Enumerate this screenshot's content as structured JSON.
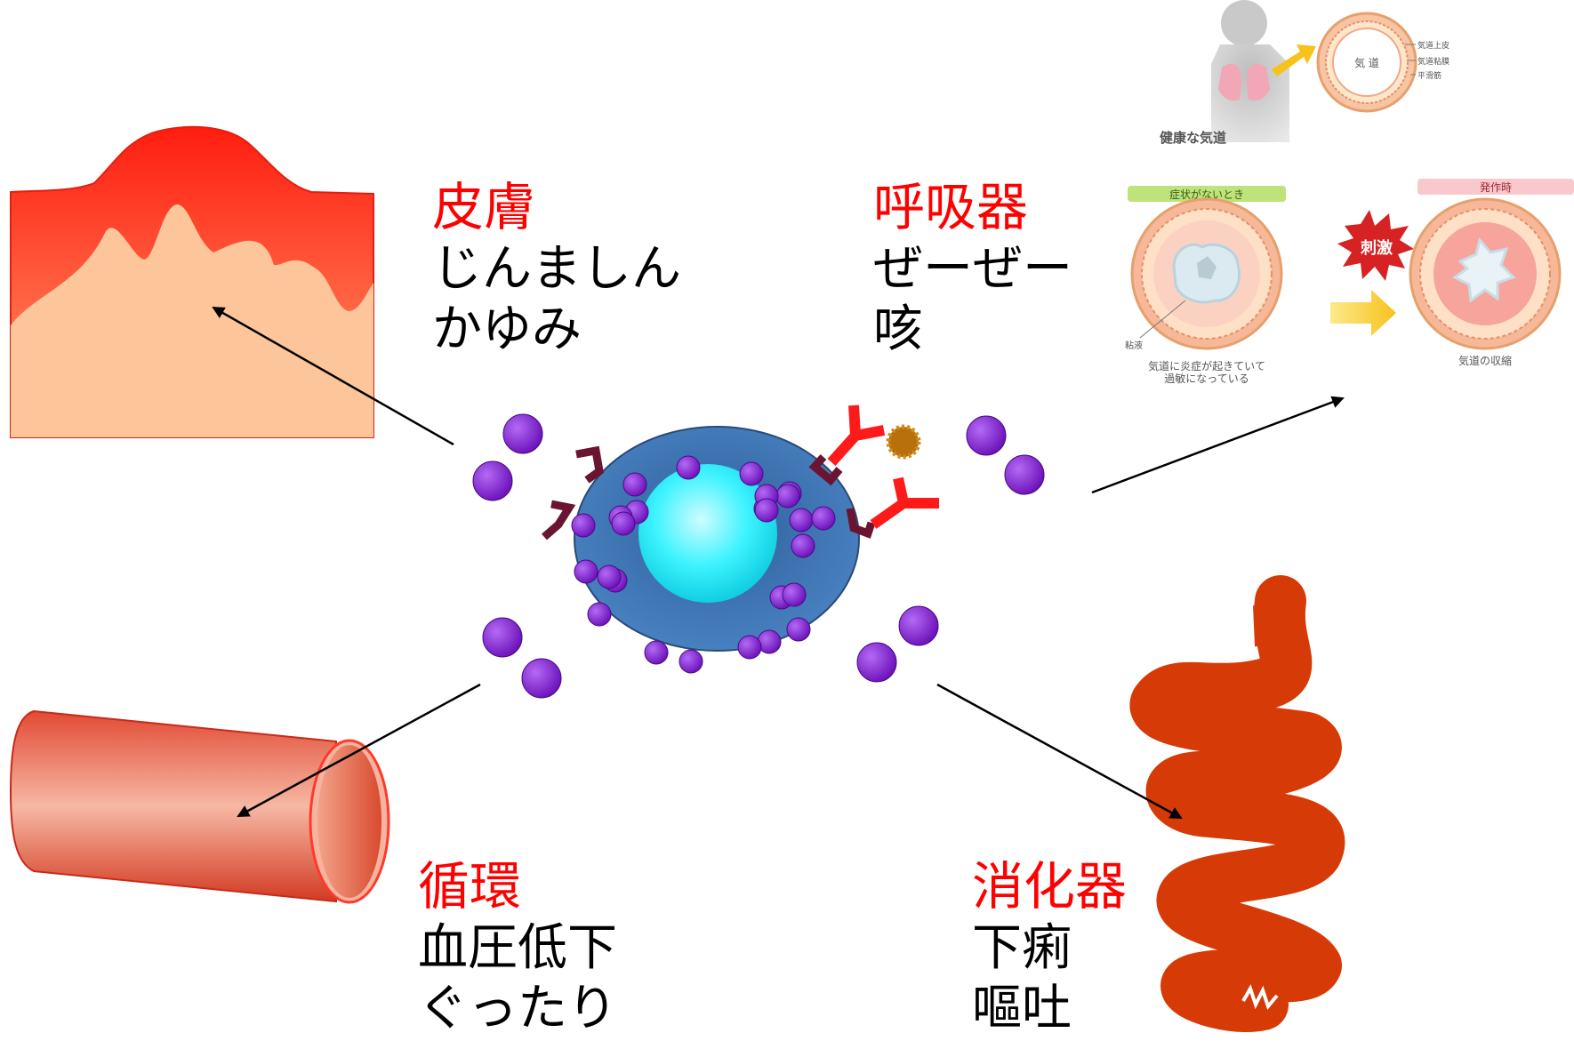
{
  "labels": {
    "skin": {
      "heading": "皮膚",
      "line1": "じんましん",
      "line2": "かゆみ"
    },
    "respiratory": {
      "heading": "呼吸器",
      "line1": "ぜーぜー",
      "line2": "咳"
    },
    "circulation": {
      "heading": "循環",
      "line1": "血圧低下",
      "line2": "ぐったり"
    },
    "digestive": {
      "heading": "消化器",
      "line1": "下痢",
      "line2": "嘔吐"
    }
  },
  "airway_figure": {
    "healthy_caption": "健康な気道",
    "center_label": "気 道",
    "layer_labels": [
      "気道上皮",
      "気道粘膜",
      "平滑筋"
    ],
    "no_symptom_title": "症状がないとき",
    "attack_title": "発作時",
    "stimulus_label": "刺激",
    "mucus_label": "粘液",
    "inflamed_caption_1": "気道に炎症が起きていて",
    "inflamed_caption_2": "過敏になっている",
    "contracted_caption": "気道の収縮"
  },
  "colors": {
    "heading": "#ff0000",
    "cell_outer": "#3f74b0",
    "nucleus": "#22f0ff",
    "granule": "#7a1fc4",
    "antibody": "#ff1a1a",
    "receptor": "#6b1432",
    "intestine": "#d63a06",
    "skin_top": "#ff2a1a",
    "skin_base": "#fcc69a"
  }
}
